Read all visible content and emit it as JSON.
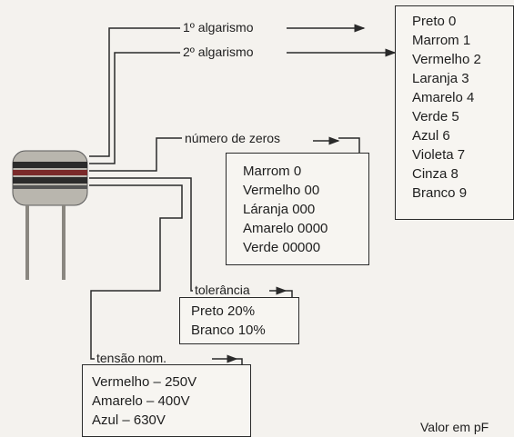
{
  "labels": {
    "first_digit": "1º algarismo",
    "second_digit": "2º algarismo",
    "zeros": "número de zeros",
    "tolerance": "tolerância",
    "voltage": "tensão nom."
  },
  "digit_colors": [
    {
      "color": "Preto",
      "value": "0"
    },
    {
      "color": "Marrom",
      "value": "1"
    },
    {
      "color": "Vermelho",
      "value": "2"
    },
    {
      "color": "Laranja",
      "value": "3"
    },
    {
      "color": "Amarelo",
      "value": "4"
    },
    {
      "color": "Verde",
      "value": "5"
    },
    {
      "color": "Azul",
      "value": "6"
    },
    {
      "color": "Violeta",
      "value": "7"
    },
    {
      "color": "Cinza",
      "value": "8"
    },
    {
      "color": "Branco",
      "value": "9"
    }
  ],
  "zeros_table": [
    {
      "color": "Marrom",
      "value": "0"
    },
    {
      "color": "Vermelho",
      "value": "00"
    },
    {
      "color": "Láranja",
      "value": "000"
    },
    {
      "color": "Amarelo",
      "value": "0000"
    },
    {
      "color": "Verde",
      "value": "00000"
    }
  ],
  "tolerance_table": [
    {
      "color": "Preto",
      "value": "20%"
    },
    {
      "color": "Branco",
      "value": "10%"
    }
  ],
  "voltage_table": [
    {
      "color": "Vermelho",
      "sep": "–",
      "value": "250V"
    },
    {
      "color": "Amarelo",
      "sep": "–",
      "value": "400V"
    },
    {
      "color": "Azul",
      "sep": "–",
      "value": "630V"
    }
  ],
  "footer_text": "Valor em pF",
  "colors": {
    "line": "#2a2a2a",
    "band_dark": "#2b2b2b",
    "band_red": "#7a2a2a",
    "capacitor_body": "#b9b6ae"
  }
}
